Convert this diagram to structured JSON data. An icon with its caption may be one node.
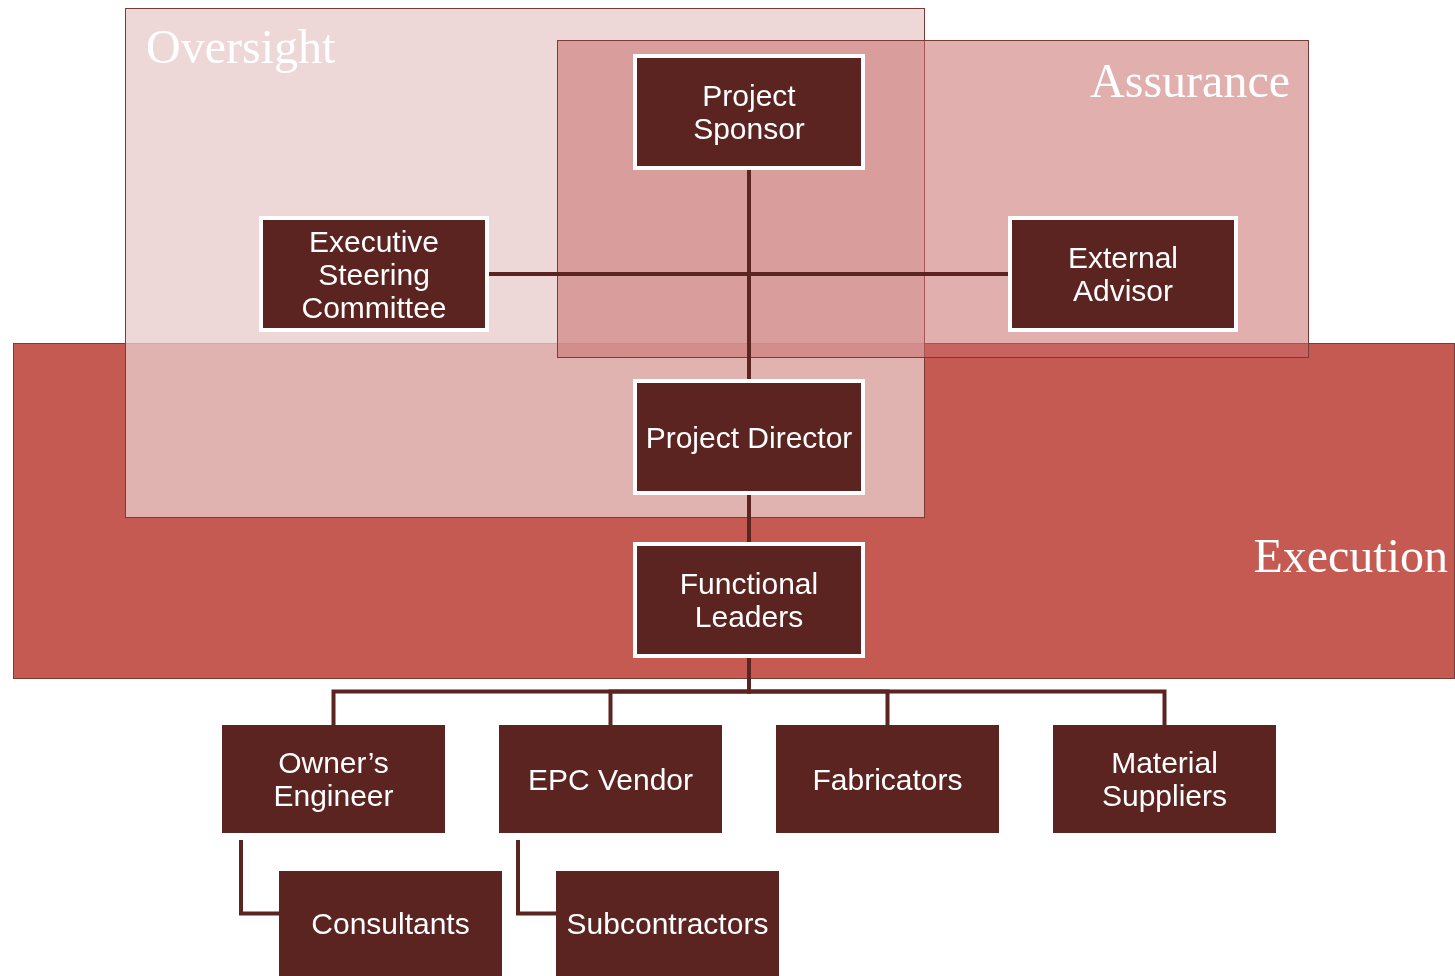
{
  "diagram": {
    "nodes": [
      {
        "text": [
          "Oversight"
        ]
      },
      {
        "text": [
          "Assurance"
        ]
      },
      {
        "text": [
          "Execution"
        ]
      },
      {
        "text": [
          "Project Sponsor"
        ]
      },
      {
        "text": [
          "Executive Steering Committee"
        ],
        "in": 0
      },
      {
        "text": [
          "External Advisor"
        ],
        "in": 1
      },
      {
        "text": [
          "Project Director"
        ]
      },
      {
        "text": [
          "Functional Leaders"
        ],
        "in": 2
      },
      {
        "text": [
          "Owner’s Engineer"
        ]
      },
      {
        "text": [
          "EPC Vendor"
        ]
      },
      {
        "text": [
          "Fabricators"
        ]
      },
      {
        "text": [
          "Material Suppliers"
        ]
      },
      {
        "text": [
          "Consultants"
        ]
      },
      {
        "text": [
          "Subcontractors"
        ]
      }
    ],
    "edges": [
      {
        "from": 3,
        "to": 6,
        "arrow": "none"
      },
      {
        "from": 4,
        "to": 5,
        "arrow": "none"
      },
      {
        "from": 6,
        "to": 7,
        "arrow": "none"
      },
      {
        "from": 7,
        "to": 8,
        "arrow": "none"
      },
      {
        "from": 7,
        "to": 9,
        "arrow": "none"
      },
      {
        "from": 7,
        "to": 10,
        "arrow": "none"
      },
      {
        "from": 7,
        "to": 11,
        "arrow": "none"
      },
      {
        "from": 8,
        "to": 12,
        "arrow": "none"
      },
      {
        "from": 9,
        "to": 13,
        "arrow": "none"
      }
    ]
  }
}
